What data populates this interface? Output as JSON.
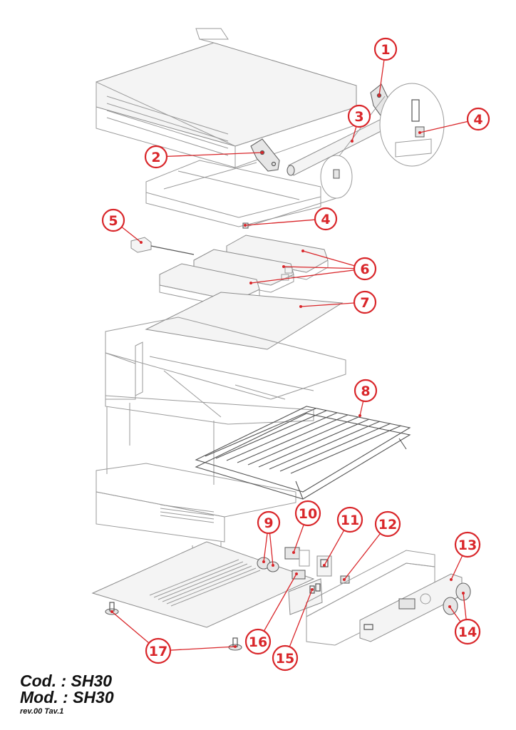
{
  "title_block": {
    "code_line": "Cod. : SH30",
    "model_line": "Mod. : SH30",
    "revision_line": "rev.00 Tav.1"
  },
  "colors": {
    "callout": "#d9262a",
    "drawing_line": "#9a9a9a"
  },
  "callouts": [
    {
      "id": "callout-1",
      "number": "1"
    },
    {
      "id": "callout-2",
      "number": "2"
    },
    {
      "id": "callout-3",
      "number": "3"
    },
    {
      "id": "callout-4a",
      "number": "4"
    },
    {
      "id": "callout-4b",
      "number": "4"
    },
    {
      "id": "callout-5",
      "number": "5"
    },
    {
      "id": "callout-6",
      "number": "6"
    },
    {
      "id": "callout-7",
      "number": "7"
    },
    {
      "id": "callout-8",
      "number": "8"
    },
    {
      "id": "callout-9",
      "number": "9"
    },
    {
      "id": "callout-10",
      "number": "10"
    },
    {
      "id": "callout-11",
      "number": "11"
    },
    {
      "id": "callout-12",
      "number": "12"
    },
    {
      "id": "callout-13",
      "number": "13"
    },
    {
      "id": "callout-14",
      "number": "14"
    },
    {
      "id": "callout-15",
      "number": "15"
    },
    {
      "id": "callout-16",
      "number": "16"
    },
    {
      "id": "callout-17",
      "number": "17"
    }
  ]
}
